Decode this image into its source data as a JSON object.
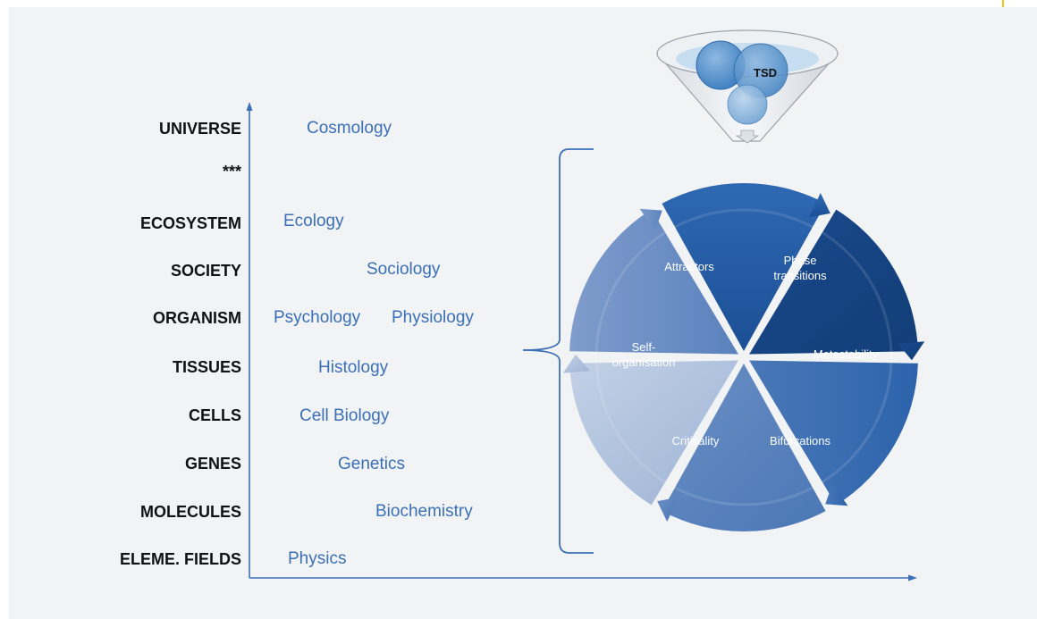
{
  "levels": {
    "universe": "UNIVERSE",
    "stars": "***",
    "ecosystem": "ECOSYSTEM",
    "society": "SOCIETY",
    "organism": "ORGANISM",
    "tissues": "TISSUES",
    "cells": "CELLS",
    "genes": "GENES",
    "molecules": "MOLECULES",
    "fields": "ELEME. FIELDS"
  },
  "disciplines": {
    "cosmology": "Cosmology",
    "ecology": "Ecology",
    "sociology": "Sociology",
    "psychology": "Psychology",
    "physiology": "Physiology",
    "histology": "Histology",
    "cell_biology": "Cell Biology",
    "genetics": "Genetics",
    "biochemistry": "Biochemistry",
    "physics": "Physics"
  },
  "funnel": {
    "label": "TSD"
  },
  "wheel": {
    "segments": {
      "attractors": "Attractors",
      "phase_1": "Phase",
      "phase_2": "transitions",
      "metastability": "Metastability",
      "bifurcations": "Bifurcations",
      "criticality": "Criticality",
      "self_1": "Self-",
      "self_2": "organisation"
    }
  },
  "colors": {
    "axis": "#3b6fb6",
    "discipline_text": "#3b6fb6",
    "segment_dark": "#1d4f91",
    "segment_light": "#a9bcd8"
  }
}
